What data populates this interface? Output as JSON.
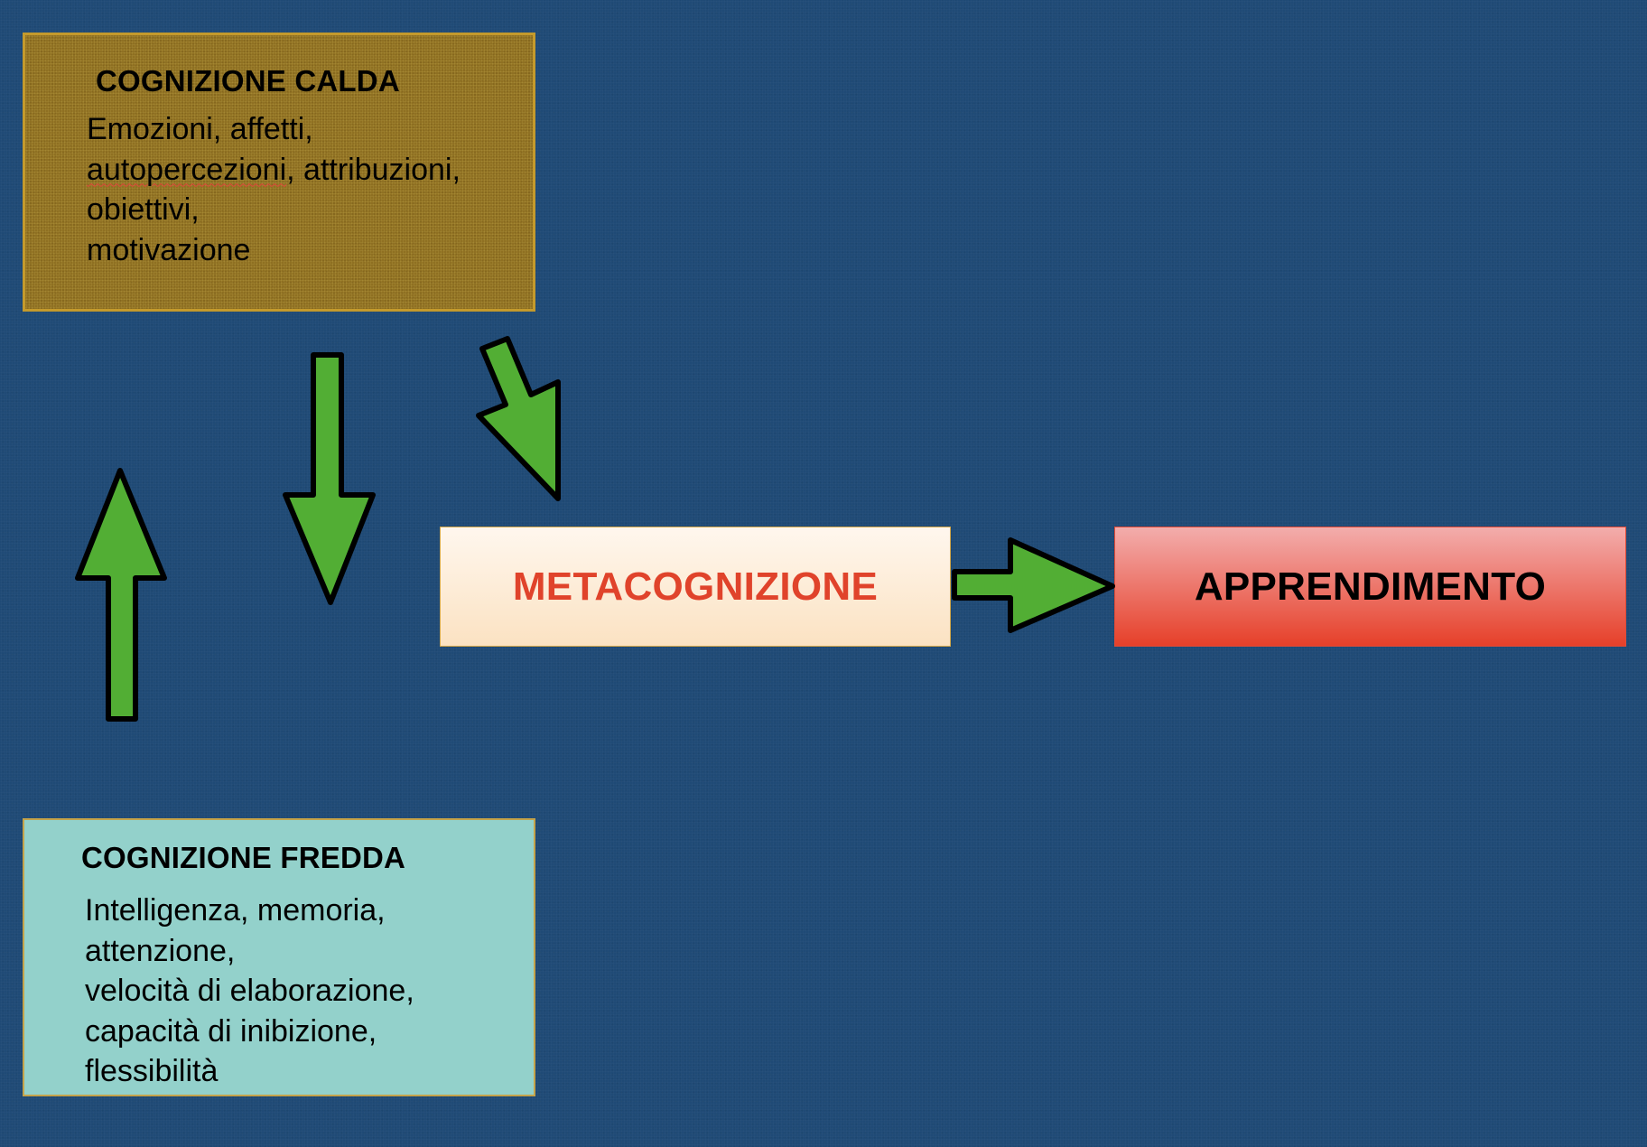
{
  "diagram": {
    "hot_cognition": {
      "title": "COGNIZIONE CALDA",
      "lines": [
        "Emozioni, affetti,",
        "autopercezioni",
        ", attribuzioni,",
        "obiettivi,",
        "motivazione"
      ],
      "spellcheck_flagged_word": "autopercezioni"
    },
    "cold_cognition": {
      "title": "COGNIZIONE FREDDA",
      "lines": [
        "Intelligenza, memoria,",
        "attenzione,",
        "velocità di elaborazione,",
        "capacità di inibizione,",
        "flessibilità"
      ]
    },
    "metacognition": {
      "label": "METACOGNIZIONE"
    },
    "learning": {
      "label": "APPRENDIMENTO"
    },
    "arrows": [
      {
        "name": "cold-to-hot",
        "from": "COGNIZIONE FREDDA",
        "to": "COGNIZIONE CALDA",
        "direction": "up"
      },
      {
        "name": "hot-to-cold",
        "from": "COGNIZIONE CALDA",
        "to": "COGNIZIONE FREDDA",
        "direction": "down"
      },
      {
        "name": "hot-to-meta",
        "from": "COGNIZIONE CALDA",
        "to": "METACOGNIZIONE",
        "direction": "down-right"
      },
      {
        "name": "meta-to-learning",
        "from": "METACOGNIZIONE",
        "to": "APPRENDIMENTO",
        "direction": "right"
      }
    ],
    "colors": {
      "background": "#1f4a76",
      "hot_box": "#8f7022",
      "cold_box": "#93d1cb",
      "meta_text": "#e0432b",
      "learning_box": "#e6402a",
      "arrow_fill": "#52ae34"
    }
  }
}
